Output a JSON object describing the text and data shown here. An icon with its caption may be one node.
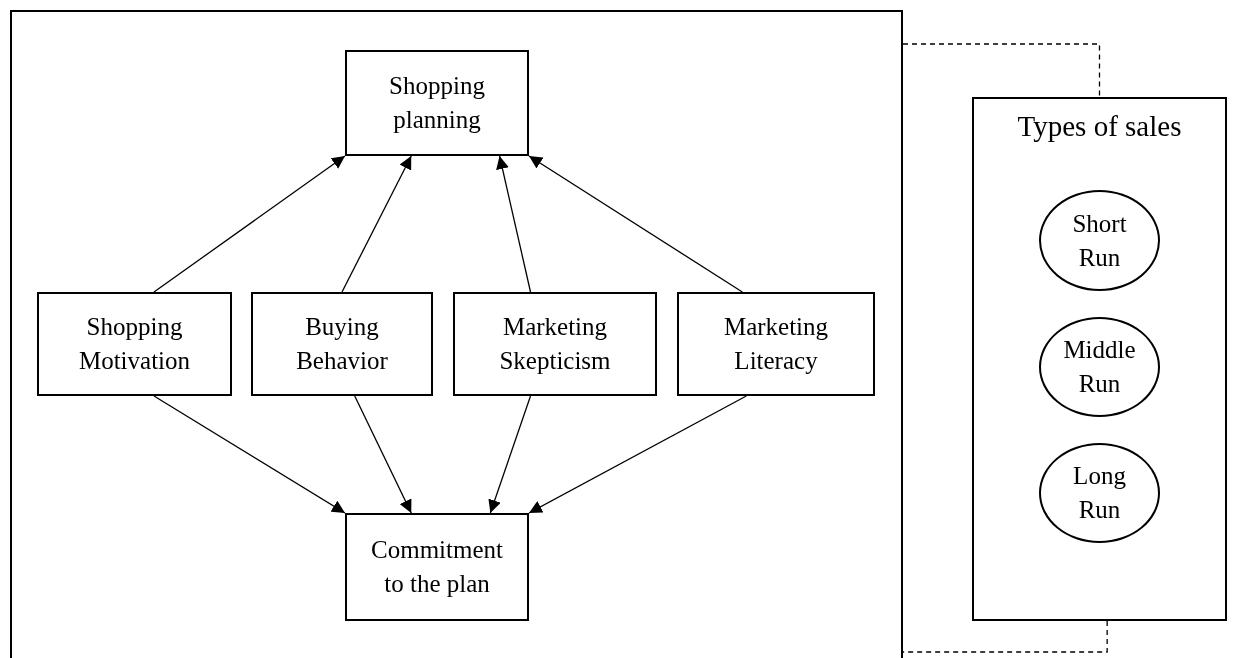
{
  "diagram": {
    "nodes": [
      {
        "text": [],
        "shape": "box"
      },
      {
        "text": [
          "Shopping planning"
        ],
        "in": 0
      },
      {
        "text": [
          "Shopping Motivation"
        ],
        "in": 0
      },
      {
        "text": [
          "Buying Behavior"
        ],
        "in": 0
      },
      {
        "text": [
          "Marketing Skepticism"
        ],
        "in": 0
      },
      {
        "text": [
          "Marketing Literacy"
        ],
        "in": 0
      },
      {
        "text": [
          "Commitment to the plan"
        ],
        "in": 0
      },
      {
        "text": [
          "Types of sales"
        ]
      },
      {
        "text": [
          "Short Run"
        ],
        "in": 7
      },
      {
        "text": [
          "Middle Run"
        ],
        "in": 7
      },
      {
        "text": [
          "Long Run"
        ],
        "in": 7
      }
    ],
    "edges": [
      {
        "from": 2,
        "to": 1,
        "arrow": "to"
      },
      {
        "from": 3,
        "to": 1,
        "arrow": "to"
      },
      {
        "from": 4,
        "to": 1,
        "arrow": "to"
      },
      {
        "from": 5,
        "to": 1,
        "arrow": "to"
      },
      {
        "from": 2,
        "to": 6,
        "arrow": "to"
      },
      {
        "from": 3,
        "to": 6,
        "arrow": "to"
      },
      {
        "from": 4,
        "to": 6,
        "arrow": "to"
      },
      {
        "from": 5,
        "to": 6,
        "arrow": "to"
      },
      {
        "from": 0,
        "to": 7,
        "arrow": "none",
        "style": "dashed"
      },
      {
        "from": 7,
        "to": 0,
        "arrow": "none",
        "style": "dashed"
      }
    ]
  }
}
